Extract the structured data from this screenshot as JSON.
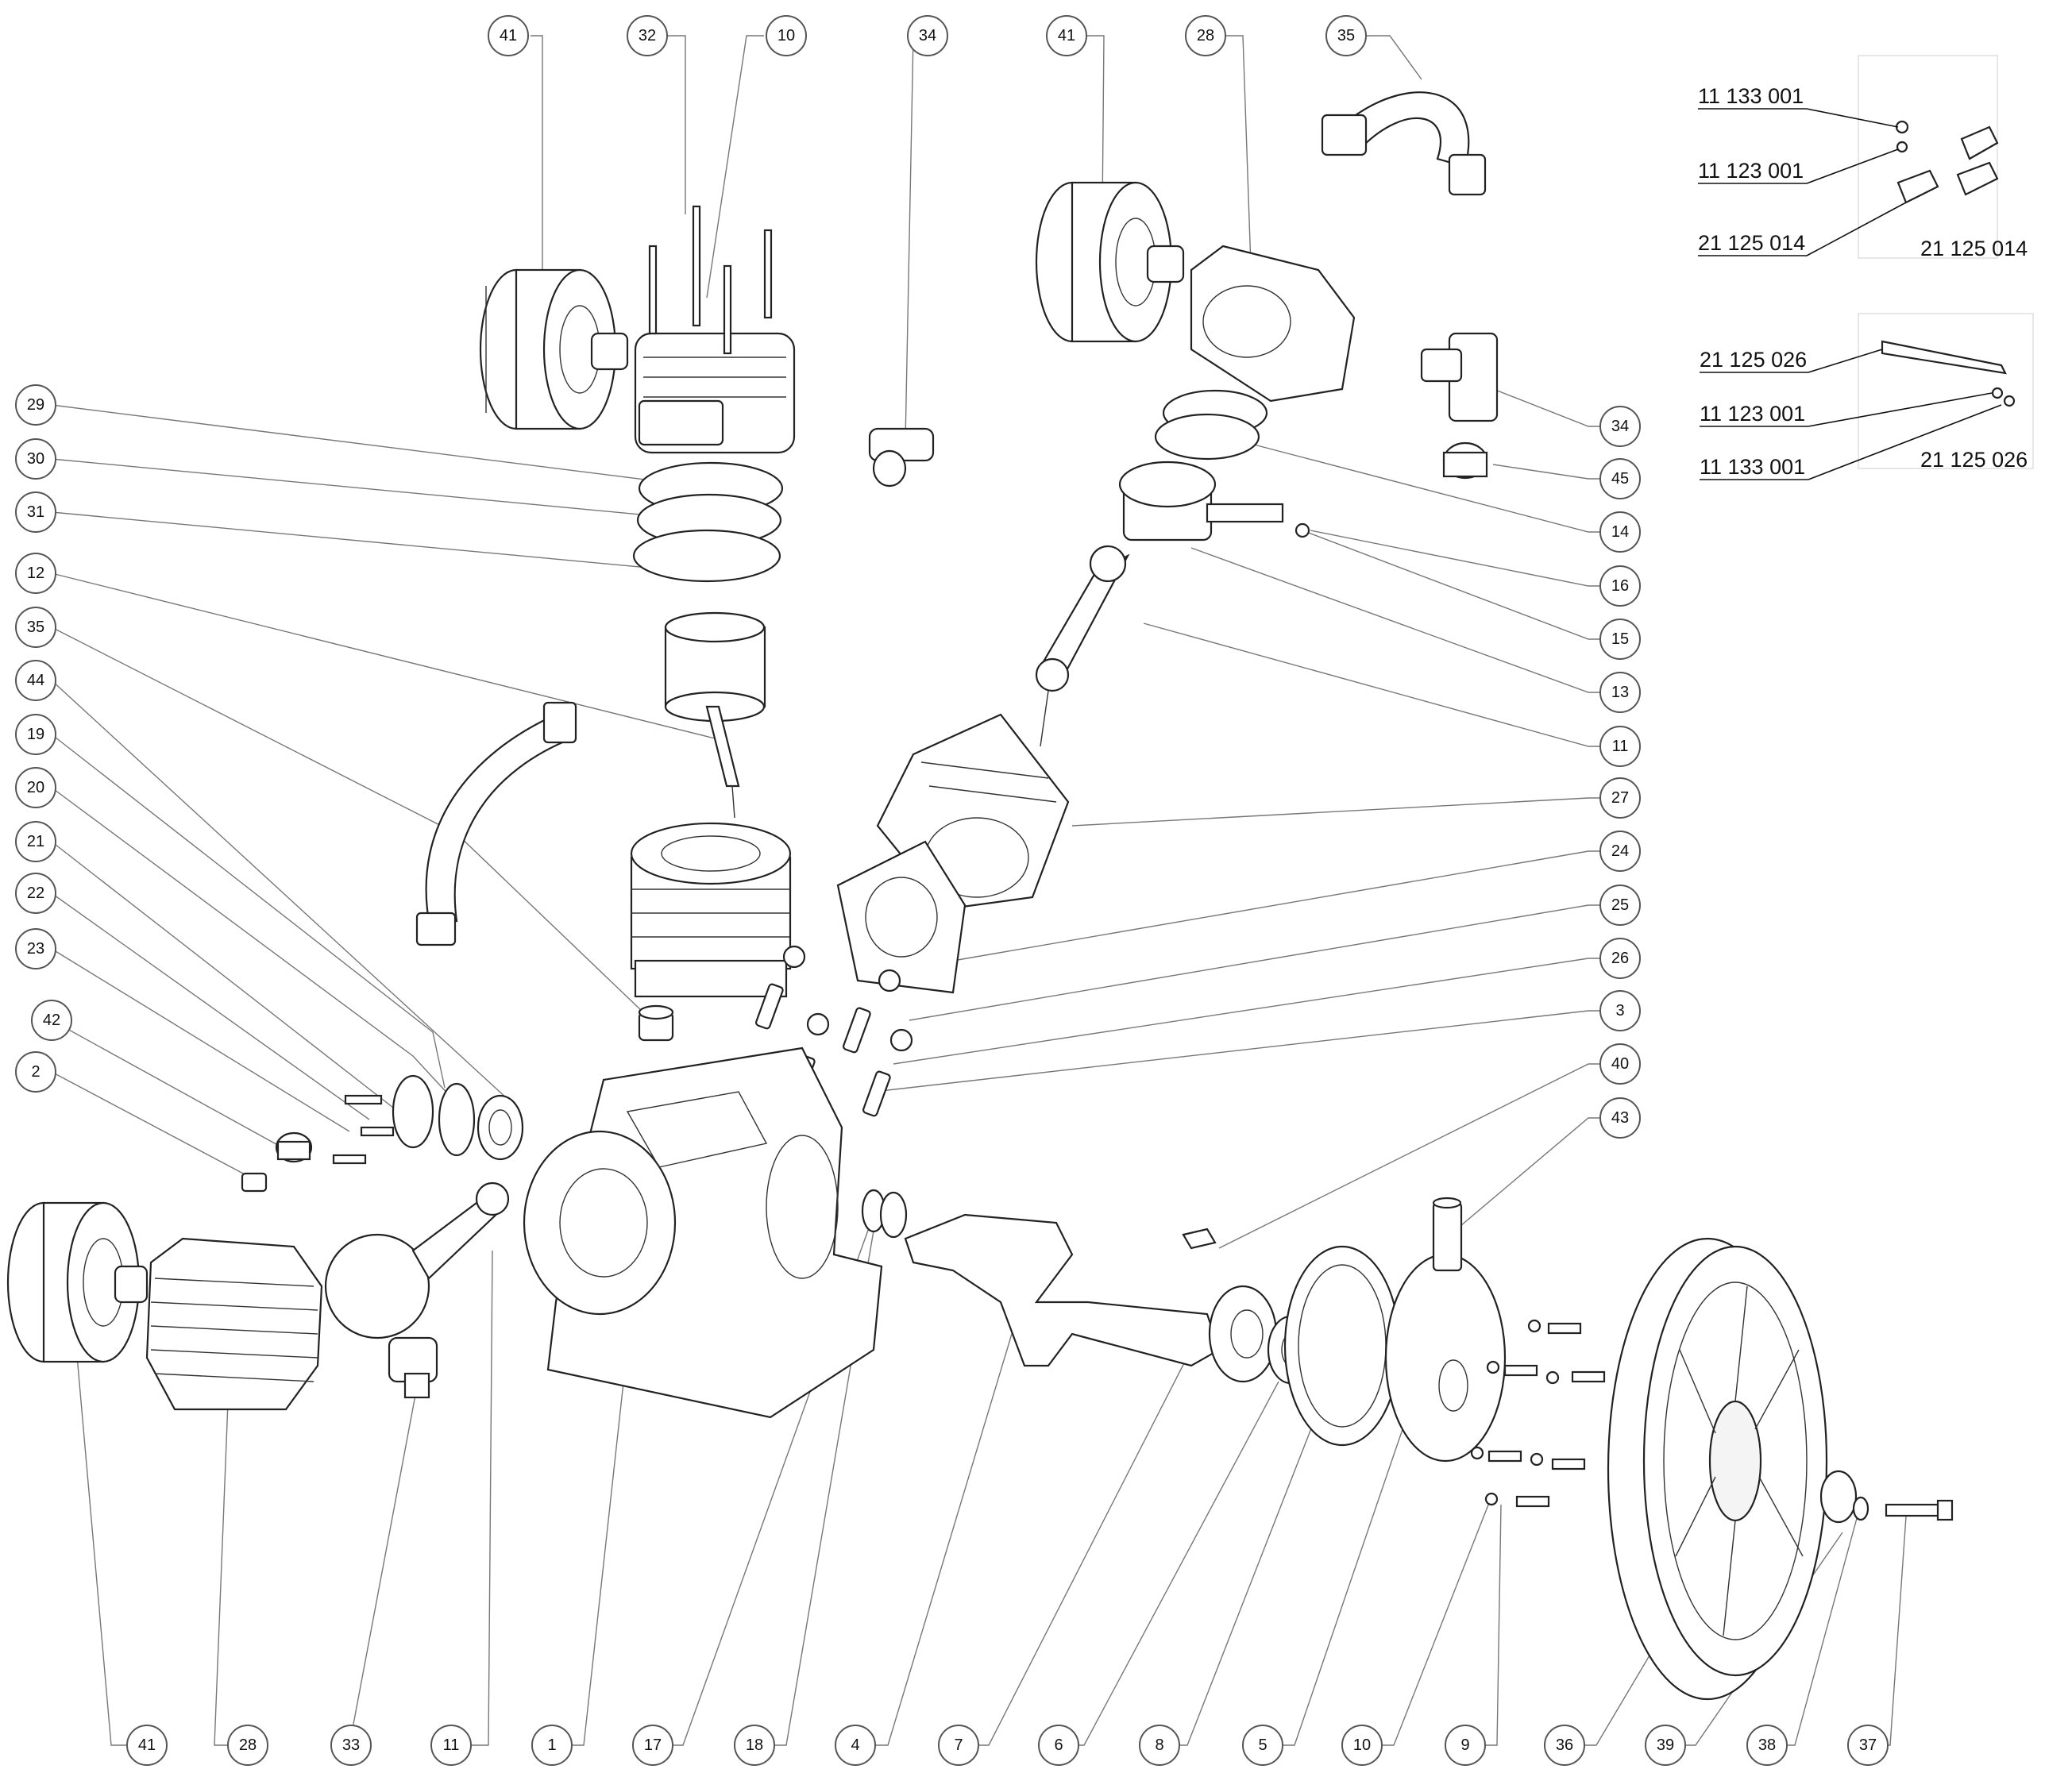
{
  "callouts": {
    "c41a": "41",
    "c32": "32",
    "c10a": "10",
    "c34a": "34",
    "c41b": "41",
    "c28a": "28",
    "c35a": "35",
    "c29": "29",
    "c30": "30",
    "c31": "31",
    "c12": "12",
    "c35b": "35",
    "c44": "44",
    "c19": "19",
    "c20": "20",
    "c21": "21",
    "c22": "22",
    "c23": "23",
    "c42": "42",
    "c2": "2",
    "c34b": "34",
    "c45": "45",
    "c14": "14",
    "c16": "16",
    "c15": "15",
    "c13": "13",
    "c11a": "11",
    "c27": "27",
    "c24": "24",
    "c25": "25",
    "c26": "26",
    "c3": "3",
    "c40": "40",
    "c43": "43",
    "c41c": "41",
    "c28b": "28",
    "c33": "33",
    "c11b": "11",
    "c1": "1",
    "c17": "17",
    "c18": "18",
    "c4": "4",
    "c7": "7",
    "c6": "6",
    "c8": "8",
    "c5": "5",
    "c10b": "10",
    "c9": "9",
    "c36": "36",
    "c39": "39",
    "c38": "38",
    "c37": "37"
  },
  "inset_top": {
    "pn1": "11 133 001",
    "pn2": "11 123 001",
    "pn3": "21 125 014",
    "pn4": "21 125 014"
  },
  "inset_bottom": {
    "pn1": "21 125 026",
    "pn2": "11 123 001",
    "pn3": "11 133 001",
    "pn4": "21 125 026"
  }
}
